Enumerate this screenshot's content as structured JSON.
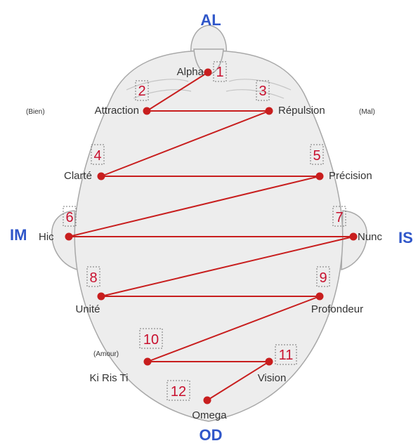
{
  "colors": {
    "accent": "#c81e1e",
    "direction": "#2f56c9",
    "head_fill": "#ededed",
    "head_stroke": "#a8a8a8"
  },
  "directions": {
    "top": "AL",
    "left": "IM",
    "right": "IS",
    "bottom": "OD"
  },
  "points": [
    {
      "id": 1,
      "number": "1",
      "label": "Alpha",
      "note": ""
    },
    {
      "id": 2,
      "number": "2",
      "label": "Attraction",
      "note": "(Bien)"
    },
    {
      "id": 3,
      "number": "3",
      "label": "Répulsion",
      "note": "(Mal)"
    },
    {
      "id": 4,
      "number": "4",
      "label": "Clarté",
      "note": ""
    },
    {
      "id": 5,
      "number": "5",
      "label": "Précision",
      "note": ""
    },
    {
      "id": 6,
      "number": "6",
      "label": "Hic",
      "note": ""
    },
    {
      "id": 7,
      "number": "7",
      "label": "Nunc",
      "note": ""
    },
    {
      "id": 8,
      "number": "8",
      "label": "Unité",
      "note": ""
    },
    {
      "id": 9,
      "number": "9",
      "label": "Profondeur",
      "note": ""
    },
    {
      "id": 10,
      "number": "10",
      "label": "Ki Ris Ti",
      "note": "(Amour)"
    },
    {
      "id": 11,
      "number": "11",
      "label": "Vision",
      "note": ""
    },
    {
      "id": 12,
      "number": "12",
      "label": "Omega",
      "note": ""
    }
  ]
}
